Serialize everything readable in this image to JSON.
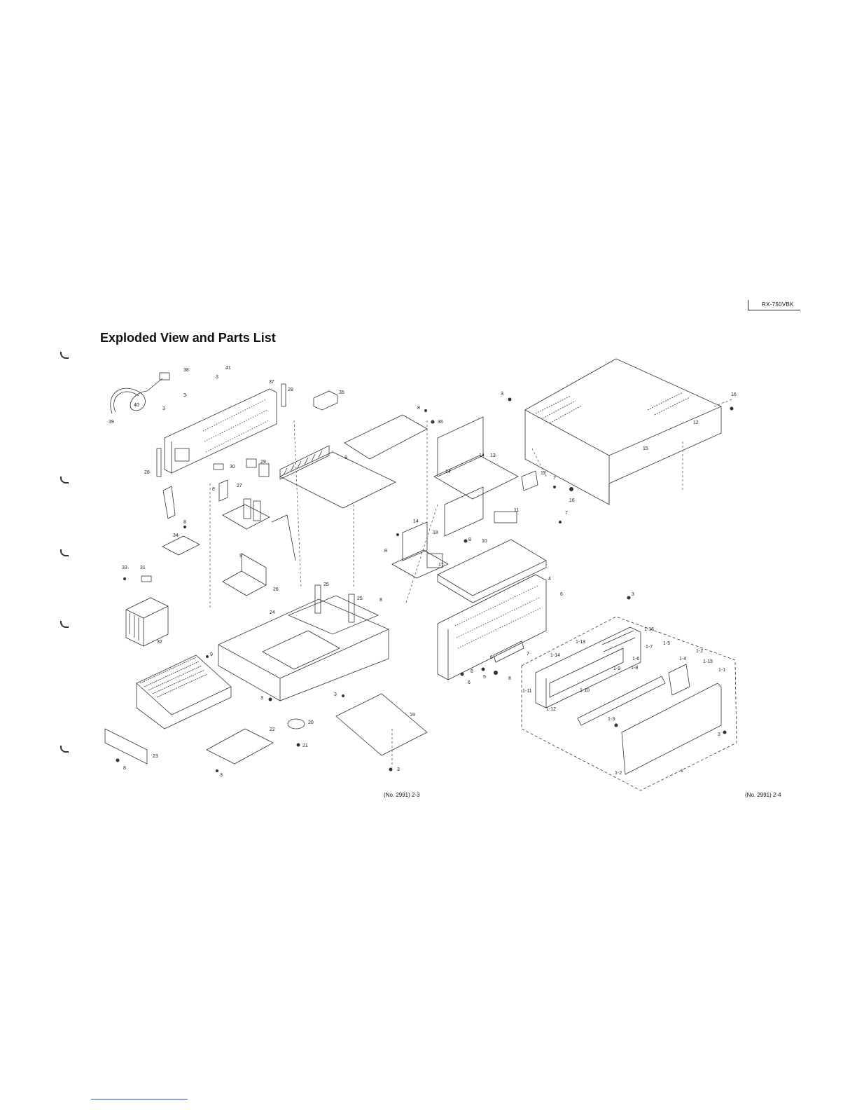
{
  "header": {
    "model": "RX-750VBK"
  },
  "title": "Exploded View and Parts List",
  "footer": {
    "page_left": "(No. 2991) 2-3",
    "page_right": "(No. 2991) 2-4"
  },
  "callouts": [
    {
      "id": "c38a",
      "label": "38"
    },
    {
      "id": "c41",
      "label": "41"
    },
    {
      "id": "c37",
      "label": "37"
    },
    {
      "id": "c28a",
      "label": "28"
    },
    {
      "id": "c35",
      "label": "35"
    },
    {
      "id": "c40",
      "label": "40"
    },
    {
      "id": "c39",
      "label": "39"
    },
    {
      "id": "c3a",
      "label": "3"
    },
    {
      "id": "c3b",
      "label": "3"
    },
    {
      "id": "c3c",
      "label": "3"
    },
    {
      "id": "c28b",
      "label": "28"
    },
    {
      "id": "c29",
      "label": "29"
    },
    {
      "id": "c30",
      "label": "30"
    },
    {
      "id": "c27",
      "label": "27"
    },
    {
      "id": "c8a",
      "label": "8"
    },
    {
      "id": "c34",
      "label": "34"
    },
    {
      "id": "c8b",
      "label": "8"
    },
    {
      "id": "c9a",
      "label": "9"
    },
    {
      "id": "c26",
      "label": "26"
    },
    {
      "id": "c33",
      "label": "33"
    },
    {
      "id": "c31",
      "label": "31"
    },
    {
      "id": "c32",
      "label": "32"
    },
    {
      "id": "c25a",
      "label": "25"
    },
    {
      "id": "c25b",
      "label": "25"
    },
    {
      "id": "c24",
      "label": "24"
    },
    {
      "id": "c9b",
      "label": "9"
    },
    {
      "id": "c3d",
      "label": "3"
    },
    {
      "id": "c3e",
      "label": "3"
    },
    {
      "id": "c20",
      "label": "20"
    },
    {
      "id": "c21",
      "label": "21"
    },
    {
      "id": "c22",
      "label": "22"
    },
    {
      "id": "c23",
      "label": "23"
    },
    {
      "id": "c8c",
      "label": "8"
    },
    {
      "id": "c3f",
      "label": "3"
    },
    {
      "id": "c19",
      "label": "19"
    },
    {
      "id": "c3g",
      "label": "3"
    },
    {
      "id": "c8d",
      "label": "8"
    },
    {
      "id": "c36",
      "label": "36"
    },
    {
      "id": "c8e",
      "label": "8"
    },
    {
      "id": "c14a",
      "label": "14"
    },
    {
      "id": "c18",
      "label": "18"
    },
    {
      "id": "c8f",
      "label": "8"
    },
    {
      "id": "c17",
      "label": "17"
    },
    {
      "id": "c8g",
      "label": "8"
    },
    {
      "id": "c10",
      "label": "10"
    },
    {
      "id": "c14b",
      "label": "14"
    },
    {
      "id": "c13",
      "label": "13"
    },
    {
      "id": "c14c",
      "label": "14"
    },
    {
      "id": "c12",
      "label": "12"
    },
    {
      "id": "c11",
      "label": "11"
    },
    {
      "id": "c7a",
      "label": "7"
    },
    {
      "id": "c16a",
      "label": "16"
    },
    {
      "id": "c7b",
      "label": "7"
    },
    {
      "id": "c3h",
      "label": "3"
    },
    {
      "id": "c15",
      "label": "15"
    },
    {
      "id": "c16b",
      "label": "16"
    },
    {
      "id": "c12b",
      "label": "12"
    },
    {
      "id": "c4",
      "label": "4"
    },
    {
      "id": "c6a",
      "label": "6"
    },
    {
      "id": "c8h",
      "label": "8"
    },
    {
      "id": "c6b",
      "label": "6"
    },
    {
      "id": "c8i",
      "label": "8"
    },
    {
      "id": "c5",
      "label": "5"
    },
    {
      "id": "c8j",
      "label": "8"
    },
    {
      "id": "c6c",
      "label": "6"
    },
    {
      "id": "c7c",
      "label": "7"
    },
    {
      "id": "c3i",
      "label": "3"
    },
    {
      "id": "c116",
      "label": "1-16"
    },
    {
      "id": "c113",
      "label": "1-13"
    },
    {
      "id": "c114",
      "label": "1-14"
    },
    {
      "id": "c17b",
      "label": "1-7"
    },
    {
      "id": "c16c",
      "label": "1-6"
    },
    {
      "id": "c15b",
      "label": "1-5"
    },
    {
      "id": "c19b",
      "label": "1-9"
    },
    {
      "id": "c18b",
      "label": "1-8"
    },
    {
      "id": "c14d",
      "label": "1-4"
    },
    {
      "id": "c12c",
      "label": "1-2"
    },
    {
      "id": "c115",
      "label": "1-15"
    },
    {
      "id": "c11b",
      "label": "1-1"
    },
    {
      "id": "c111",
      "label": "1-11"
    },
    {
      "id": "c110",
      "label": "1-10"
    },
    {
      "id": "c112",
      "label": "1-12"
    },
    {
      "id": "c13b",
      "label": "1-3"
    },
    {
      "id": "c3j",
      "label": "3"
    },
    {
      "id": "c12d",
      "label": "1-2"
    },
    {
      "id": "c1",
      "label": "1"
    }
  ]
}
